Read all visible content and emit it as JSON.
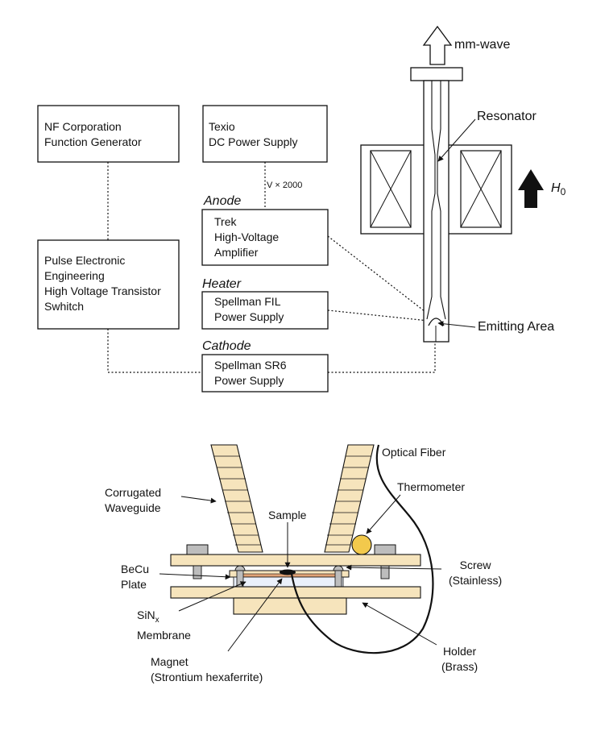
{
  "top_diagram": {
    "boxes": {
      "function_generator": [
        "NF Corporation",
        "Function Generator"
      ],
      "dc_power_supply": [
        "Texio",
        "DC Power Supply"
      ],
      "hv_amplifier": [
        "Trek",
        "High-Voltage",
        "Amplifier"
      ],
      "pulse_switch": [
        "Pulse Electronic",
        "Engineering",
        "High Voltage Transistor",
        "Swhitch"
      ],
      "fil_supply": [
        "Spellman FIL",
        "Power Supply"
      ],
      "sr6_supply": [
        "Spellman SR6",
        "Power Supply"
      ]
    },
    "section_labels": {
      "anode": "Anode",
      "heater": "Heater",
      "cathode": "Cathode"
    },
    "voltage_gain": "V × 2000",
    "labels": {
      "mm_wave": "mm-wave",
      "resonator": "Resonator",
      "field_symbol": "H",
      "field_subscript": "0",
      "emitting_area": "Emitting Area"
    }
  },
  "bottom_diagram": {
    "labels": {
      "optical_fiber": "Optical Fiber",
      "thermometer": "Thermometer",
      "corrugated_waveguide_1": "Corrugated",
      "corrugated_waveguide_2": "Waveguide",
      "sample": "Sample",
      "becu_plate_1": "BeCu",
      "becu_plate_2": "Plate",
      "screw_1": "Screw",
      "screw_2": "(Stainless)",
      "sinx_1": "SiN",
      "sinx_sub": "x",
      "sinx_2": "Membrane",
      "magnet_1": "Magnet",
      "magnet_2": "(Strontium hexaferrite)",
      "holder_1": "Holder",
      "holder_2": "(Brass)"
    },
    "colors": {
      "plate": "#f6e4bc",
      "thermometer": "#f2c94c",
      "screw_block": "#bdbdbd",
      "magnet": "#e0a276"
    }
  }
}
